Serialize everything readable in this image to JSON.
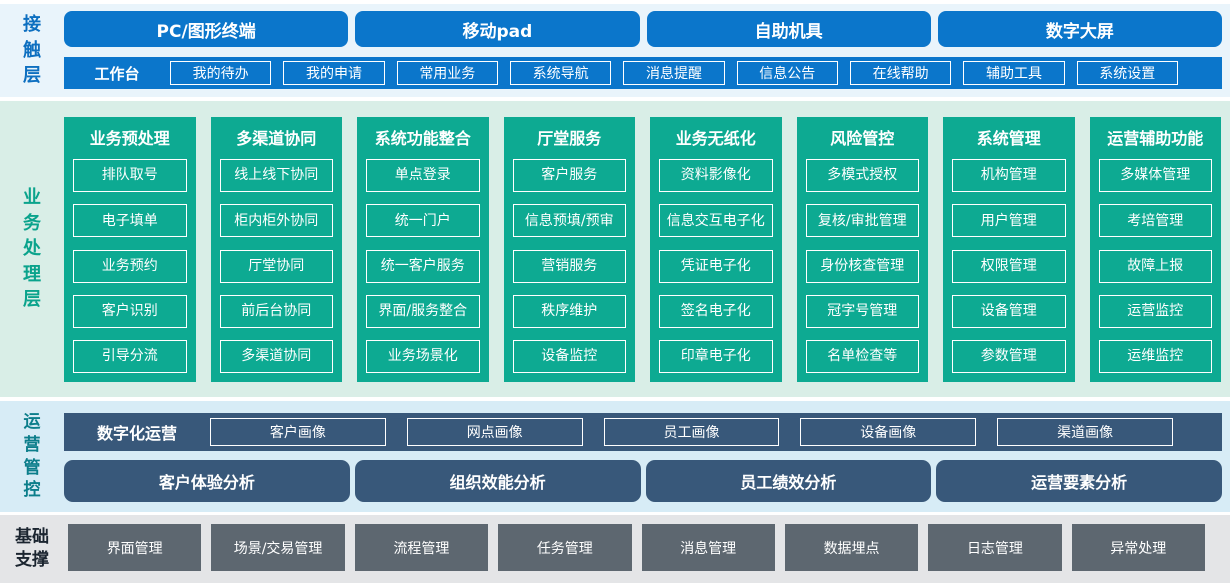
{
  "colors": {
    "blue": "#0b76cb",
    "green": "#0daa92",
    "slate": "#38587a",
    "gray": "#5d6770",
    "band1_bg": "#e9f4fb",
    "band2_bg": "#d9eee7",
    "band3_bg": "#d7ecf6",
    "band4_bg": "#e4e5e7"
  },
  "contact_layer": {
    "label": "接触层",
    "terminals": [
      "PC/图形终端",
      "移动pad",
      "自助机具",
      "数字大屏"
    ],
    "workbench": {
      "label": "工作台",
      "items": [
        "我的待办",
        "我的申请",
        "常用业务",
        "系统导航",
        "消息提醒",
        "信息公告",
        "在线帮助",
        "辅助工具",
        "系统设置"
      ]
    }
  },
  "business_layer": {
    "label": "业务处理层",
    "columns": [
      {
        "title": "业务预处理",
        "items": [
          "排队取号",
          "电子填单",
          "业务预约",
          "客户识别",
          "引导分流"
        ]
      },
      {
        "title": "多渠道协同",
        "items": [
          "线上线下协同",
          "柜内柜外协同",
          "厅堂协同",
          "前后台协同",
          "多渠道协同"
        ]
      },
      {
        "title": "系统功能整合",
        "items": [
          "单点登录",
          "统一门户",
          "统一客户服务",
          "界面/服务整合",
          "业务场景化"
        ]
      },
      {
        "title": "厅堂服务",
        "items": [
          "客户服务",
          "信息预填/预审",
          "营销服务",
          "秩序维护",
          "设备监控"
        ]
      },
      {
        "title": "业务无纸化",
        "items": [
          "资料影像化",
          "信息交互电子化",
          "凭证电子化",
          "签名电子化",
          "印章电子化"
        ]
      },
      {
        "title": "风险管控",
        "items": [
          "多模式授权",
          "复核/审批管理",
          "身份核查管理",
          "冠字号管理",
          "名单检查等"
        ]
      },
      {
        "title": "系统管理",
        "items": [
          "机构管理",
          "用户管理",
          "权限管理",
          "设备管理",
          "参数管理"
        ]
      },
      {
        "title": "运营辅助功能",
        "items": [
          "多媒体管理",
          "考培管理",
          "故障上报",
          "运营监控",
          "运维监控"
        ]
      }
    ]
  },
  "ops_layer": {
    "label": "运营管控",
    "digital_ops": {
      "label": "数字化运营",
      "items": [
        "客户画像",
        "网点画像",
        "员工画像",
        "设备画像",
        "渠道画像"
      ]
    },
    "analysis": [
      "客户体验分析",
      "组织效能分析",
      "员工绩效分析",
      "运营要素分析"
    ]
  },
  "foundation_layer": {
    "label": "基础支撑",
    "items": [
      "界面管理",
      "场景/交易管理",
      "流程管理",
      "任务管理",
      "消息管理",
      "数据埋点",
      "日志管理",
      "异常处理"
    ]
  }
}
